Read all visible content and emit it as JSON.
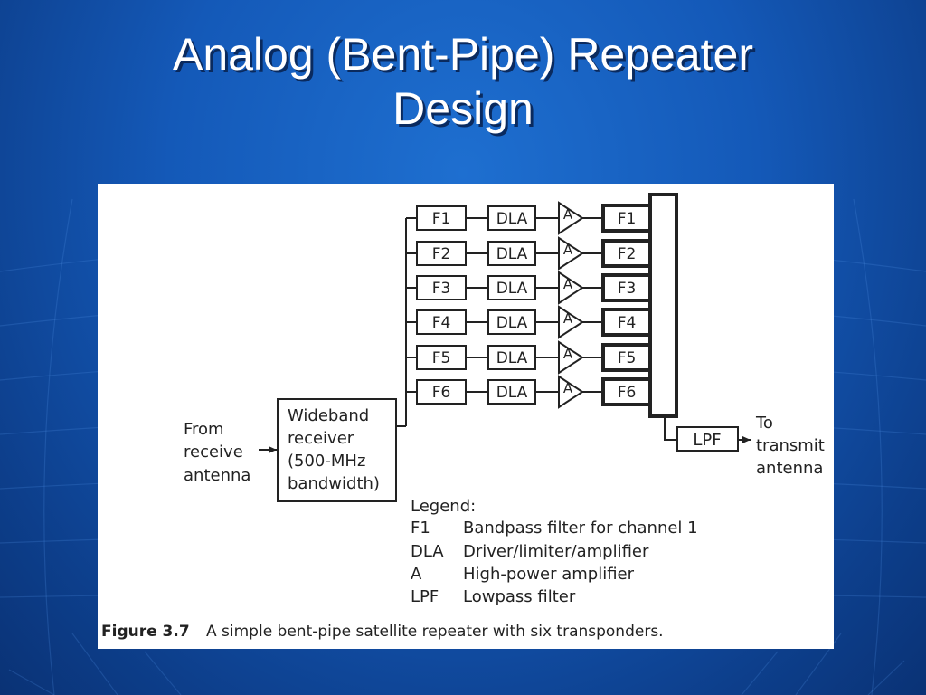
{
  "slide": {
    "title_line1": "Analog (Bent-Pipe) Repeater",
    "title_line2": "Design"
  },
  "diagram": {
    "input_label": [
      "From",
      "receive",
      "antenna"
    ],
    "receiver_label": [
      "Wideband",
      "receiver",
      "(500-MHz",
      "bandwidth)"
    ],
    "channels": [
      {
        "filter": "F1",
        "driver": "DLA",
        "amp": "A",
        "out_filter": "F1"
      },
      {
        "filter": "F2",
        "driver": "DLA",
        "amp": "A",
        "out_filter": "F2"
      },
      {
        "filter": "F3",
        "driver": "DLA",
        "amp": "A",
        "out_filter": "F3"
      },
      {
        "filter": "F4",
        "driver": "DLA",
        "amp": "A",
        "out_filter": "F4"
      },
      {
        "filter": "F5",
        "driver": "DLA",
        "amp": "A",
        "out_filter": "F5"
      },
      {
        "filter": "F6",
        "driver": "DLA",
        "amp": "A",
        "out_filter": "F6"
      }
    ],
    "lpf_label": "LPF",
    "output_label": [
      "To",
      "transmit",
      "antenna"
    ],
    "legend": {
      "heading": "Legend:",
      "entries": [
        {
          "abbr": "F1",
          "desc": "Bandpass filter for channel 1"
        },
        {
          "abbr": "DLA",
          "desc": "Driver/limiter/amplifier"
        },
        {
          "abbr": "A",
          "desc": "High-power amplifier"
        },
        {
          "abbr": "LPF",
          "desc": "Lowpass filter"
        }
      ]
    },
    "caption": {
      "label": "Figure 3.7",
      "text": "A simple bent-pipe satellite repeater with six transponders."
    }
  }
}
